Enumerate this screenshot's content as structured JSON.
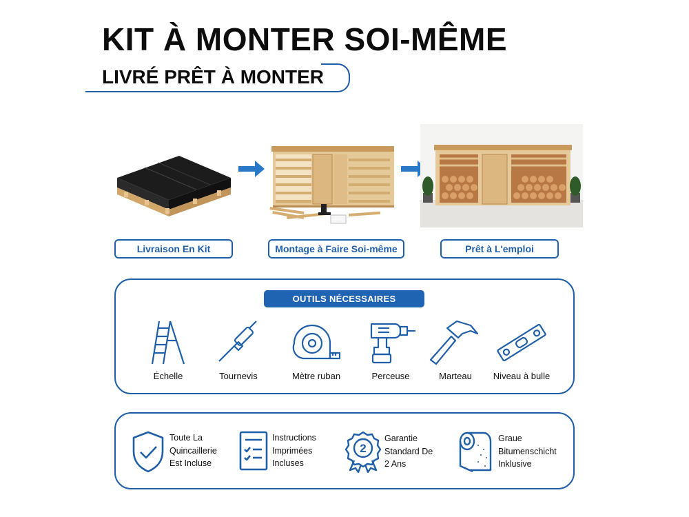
{
  "header": {
    "title": "KIT À MONTER SOI-MÊME",
    "subtitle": "LIVRÉ PRÊT À MONTER"
  },
  "steps": [
    {
      "label": "Livraison En Kit"
    },
    {
      "label": "Montage à Faire Soi-même"
    },
    {
      "label": "Prêt à L'emploi"
    }
  ],
  "tools": {
    "header": "OUTILS NÉCESSAIRES",
    "items": [
      {
        "label": "Échelle",
        "icon": "ladder-icon"
      },
      {
        "label": "Tournevis",
        "icon": "screwdriver-icon"
      },
      {
        "label": "Mètre ruban",
        "icon": "tape-measure-icon"
      },
      {
        "label": "Perceuse",
        "icon": "drill-icon"
      },
      {
        "label": "Marteau",
        "icon": "hammer-icon"
      },
      {
        "label": "Niveau à bulle",
        "icon": "spirit-level-icon"
      }
    ]
  },
  "included": [
    {
      "icon": "shield-check-icon",
      "lines": [
        "Toute La",
        "Quincaillerie",
        "Est Incluse"
      ]
    },
    {
      "icon": "document-checklist-icon",
      "lines": [
        "Instructions",
        "Imprimées",
        "Incluses"
      ]
    },
    {
      "icon": "badge-2-icon",
      "badge": "2",
      "lines": [
        "Garantie",
        "Standard De",
        "2 Ans"
      ]
    },
    {
      "icon": "roofing-roll-icon",
      "lines": [
        "Graue",
        "Bitumenschicht",
        "Inklusive"
      ]
    }
  ],
  "colors": {
    "accent": "#1f5fa8",
    "header_fill": "#1f63b3",
    "arrow": "#2a78c8",
    "wood": "#d9b27a"
  }
}
